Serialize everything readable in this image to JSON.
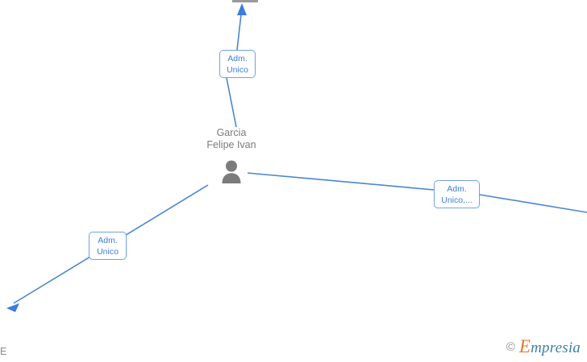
{
  "diagram": {
    "type": "relationship-graph",
    "background_color": "#ffffff",
    "edge_color": "#4a86d0",
    "chip_border_color": "#6fa3e0",
    "chip_text_color": "#3b7ddd",
    "node_label_color": "#7b7b7b"
  },
  "center_node": {
    "name": "person-node",
    "icon": "person-icon",
    "label_line_1": "Garcia",
    "label_line_2": "Felipe Ivan"
  },
  "clipped_nodes": {
    "top_bar": "",
    "left_label": "E"
  },
  "relations": [
    {
      "id": "relation-top",
      "line_1": "Adm.",
      "line_2": "Unico"
    },
    {
      "id": "relation-right",
      "line_1": "Adm.",
      "line_2": "Unico,..."
    },
    {
      "id": "relation-bottom-left",
      "line_1": "Adm.",
      "line_2": "Unico"
    }
  ],
  "watermark": {
    "copyright": "©",
    "brand_initial": "E",
    "brand_rest": "mpresia",
    "initial_color": "#e8752a",
    "rest_color": "#3f7fa8"
  }
}
